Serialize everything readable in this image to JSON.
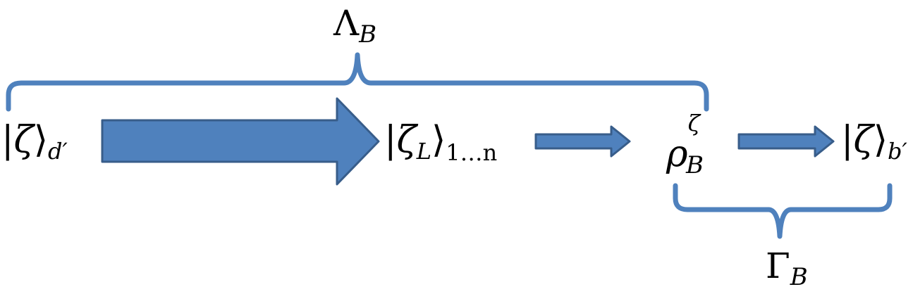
{
  "labels": {
    "lambda_main": "Λ",
    "lambda_sub": "B",
    "gamma_main": "Γ",
    "gamma_sub": "B",
    "ket_d_bar": "|",
    "ket_d_sym": "ζ",
    "ket_d_close": "⟩",
    "ket_d_sub": "d′",
    "ket_L_bar": "|",
    "ket_L_sym": "ζ",
    "ket_L_symsub": "L",
    "ket_L_close": "⟩",
    "ket_L_sub": "1…n",
    "rho_sym": "ρ",
    "rho_sup": "ζ",
    "rho_sub": "B",
    "ket_b_bar": "|",
    "ket_b_sym": "ζ",
    "ket_b_close": "⟩",
    "ket_b_sub": "b′"
  },
  "colors": {
    "accent": "#4f81bd",
    "accent_dark": "#385d8a",
    "text": "#000000"
  }
}
